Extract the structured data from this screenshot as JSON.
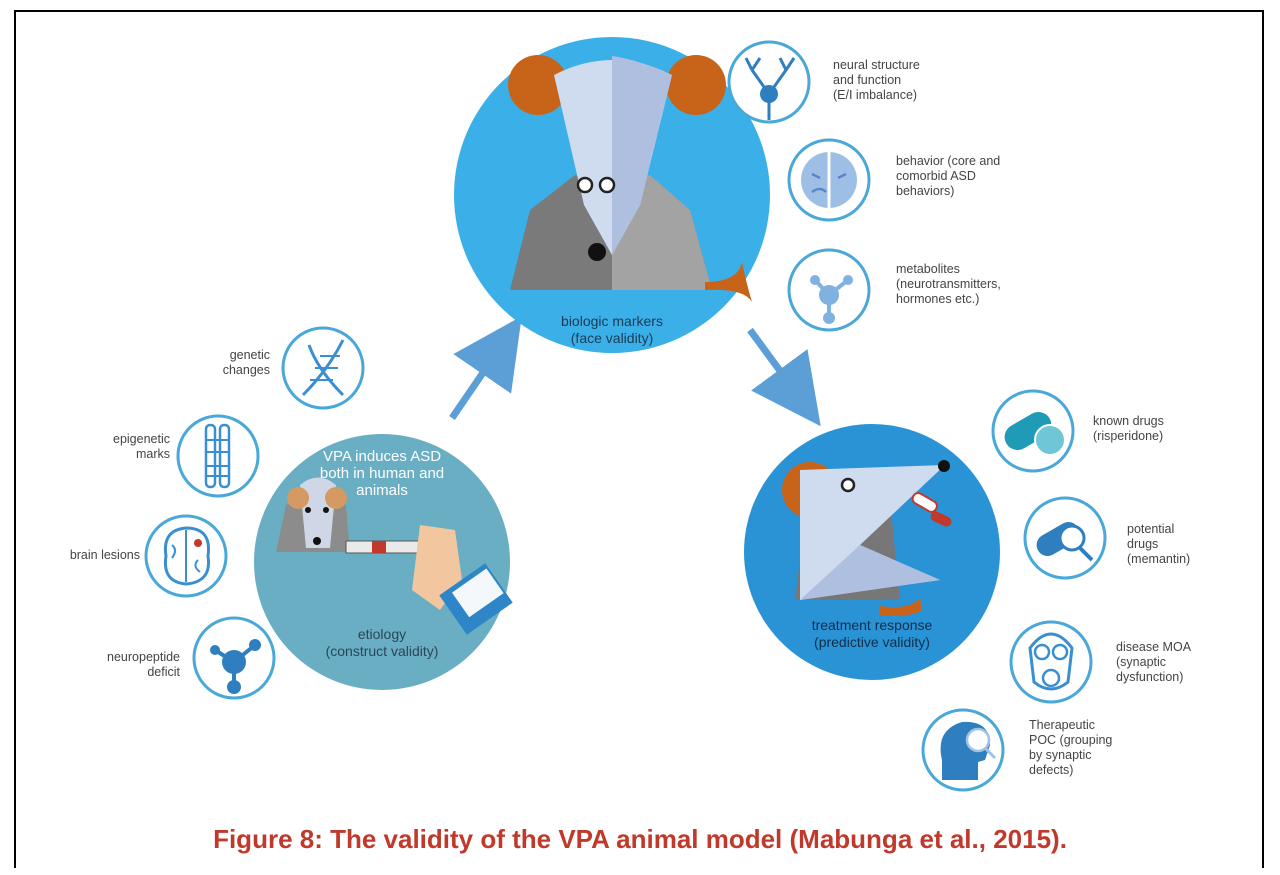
{
  "hubs": {
    "face": {
      "line1": "biologic markers",
      "line2": "(face validity)"
    },
    "construct": {
      "top1": "VPA induces ASD",
      "top2": "both in human and",
      "top3": "animals",
      "line1": "etiology",
      "line2": "(construct validity)"
    },
    "predictive": {
      "line1": "treatment response",
      "line2": "(predictive validity)"
    }
  },
  "face_items": [
    {
      "lines": [
        "neural structure",
        "and function",
        "(E/I imbalance)"
      ],
      "icon": "neuron-icon"
    },
    {
      "lines": [
        "behavior (core and",
        "comorbid ASD",
        "behaviors)"
      ],
      "icon": "faces-icon"
    },
    {
      "lines": [
        "metabolites",
        "(neurotransmitters,",
        "hormones etc.)"
      ],
      "icon": "molecule-icon"
    }
  ],
  "construct_items": [
    {
      "lines": [
        "genetic",
        "changes"
      ],
      "icon": "dna-icon"
    },
    {
      "lines": [
        "epigenetic",
        "marks"
      ],
      "icon": "chromosome-icon"
    },
    {
      "lines": [
        "brain lesions"
      ],
      "icon": "brain-icon"
    },
    {
      "lines": [
        "neuropeptide",
        "deficit"
      ],
      "icon": "molecule-icon"
    }
  ],
  "predictive_items": [
    {
      "lines": [
        "known drugs",
        "(risperidone)"
      ],
      "icon": "pills-icon"
    },
    {
      "lines": [
        "potential",
        "drugs",
        "(memantin)"
      ],
      "icon": "magnifier-icon"
    },
    {
      "lines": [
        "disease MOA",
        "(synaptic",
        "dysfunction)"
      ],
      "icon": "gas-mask-icon"
    },
    {
      "lines": [
        "Therapeutic",
        "POC (grouping",
        "by synaptic",
        "defects)"
      ],
      "icon": "head-search-icon"
    }
  ],
  "caption": "Figure 8: The validity of the VPA animal model (Mabunga et al., 2015).",
  "colors": {
    "face_hub": "#3bb0e8",
    "construct_hub": "#6aaec4",
    "predictive_hub": "#2a93d6",
    "icon_ring": "#4aa8d8",
    "icon_blue": "#2f7fc0",
    "arrow": "#5b9fd6",
    "caption": "#c0392b"
  }
}
